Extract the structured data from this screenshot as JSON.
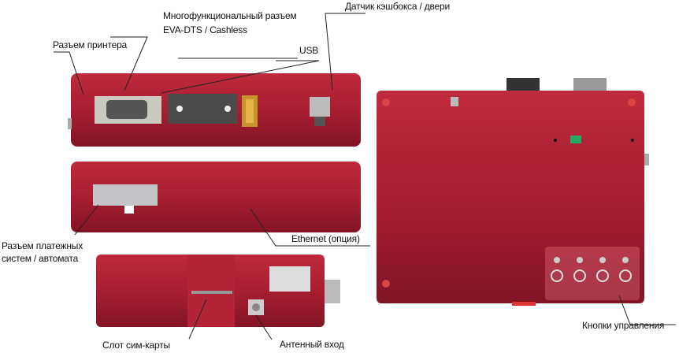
{
  "labels": {
    "multi_connector_line1": "Многофункциональный разъем",
    "multi_connector_line2": "EVA-DTS / Cashless",
    "cashbox_sensor": "Датчик кэшбокса / двери",
    "printer_connector": "Разъем принтера",
    "usb": "USB",
    "payment_connector_line1": "Разъем платежных",
    "payment_connector_line2": "систем / автомата",
    "ethernet": "Ethernet (опция)",
    "sim_slot": "Слот сим-карты",
    "antenna": "Антенный вход",
    "control_buttons": "Кнопки управления"
  },
  "colors": {
    "body": "#a81d32",
    "body_dark": "#7d1424",
    "connector": "#4a4a4a",
    "leader": "#222222"
  }
}
